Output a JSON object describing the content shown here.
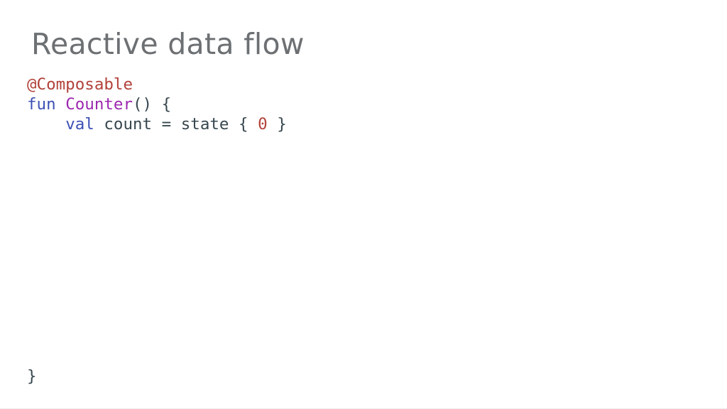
{
  "slide": {
    "title": "Reactive data flow"
  },
  "colors": {
    "background": "#ffffff",
    "title": "#6d7073",
    "code_plain": "#37474f",
    "code_annotation": "#b2423a",
    "code_keyword": "#3e51b5",
    "code_function": "#9c27b0",
    "code_number": "#b2423a"
  },
  "code": {
    "lines": [
      {
        "tokens": [
          {
            "t": "@Composable",
            "c": "annotation"
          }
        ]
      },
      {
        "tokens": [
          {
            "t": "fun",
            "c": "keyword"
          },
          {
            "t": " ",
            "c": "plain"
          },
          {
            "t": "Counter",
            "c": "function"
          },
          {
            "t": "() {",
            "c": "plain"
          }
        ]
      },
      {
        "tokens": [
          {
            "t": "    ",
            "c": "plain"
          },
          {
            "t": "val",
            "c": "keyword"
          },
          {
            "t": " count = state { ",
            "c": "plain"
          },
          {
            "t": "0",
            "c": "number"
          },
          {
            "t": " }",
            "c": "plain"
          }
        ]
      }
    ],
    "closing_brace": "}"
  }
}
